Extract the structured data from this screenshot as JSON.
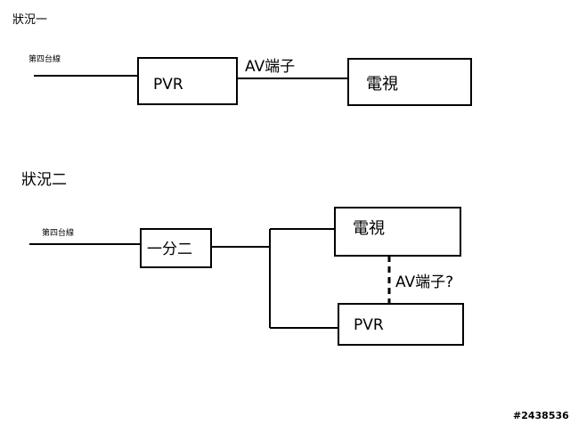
{
  "scenario1": {
    "title": "狀況一",
    "source_label": "第四台線",
    "pvr_label": "PVR",
    "cable_label": "AV端子",
    "tv_label": "電視"
  },
  "scenario2": {
    "title": "狀況二",
    "source_label": "第四台線",
    "splitter_label": "一分二",
    "tv_label": "電視",
    "cable_label": "AV端子?",
    "pvr_label": "PVR"
  },
  "watermark": "#2438536",
  "colors": {
    "line": "#000000",
    "background": "#ffffff"
  }
}
